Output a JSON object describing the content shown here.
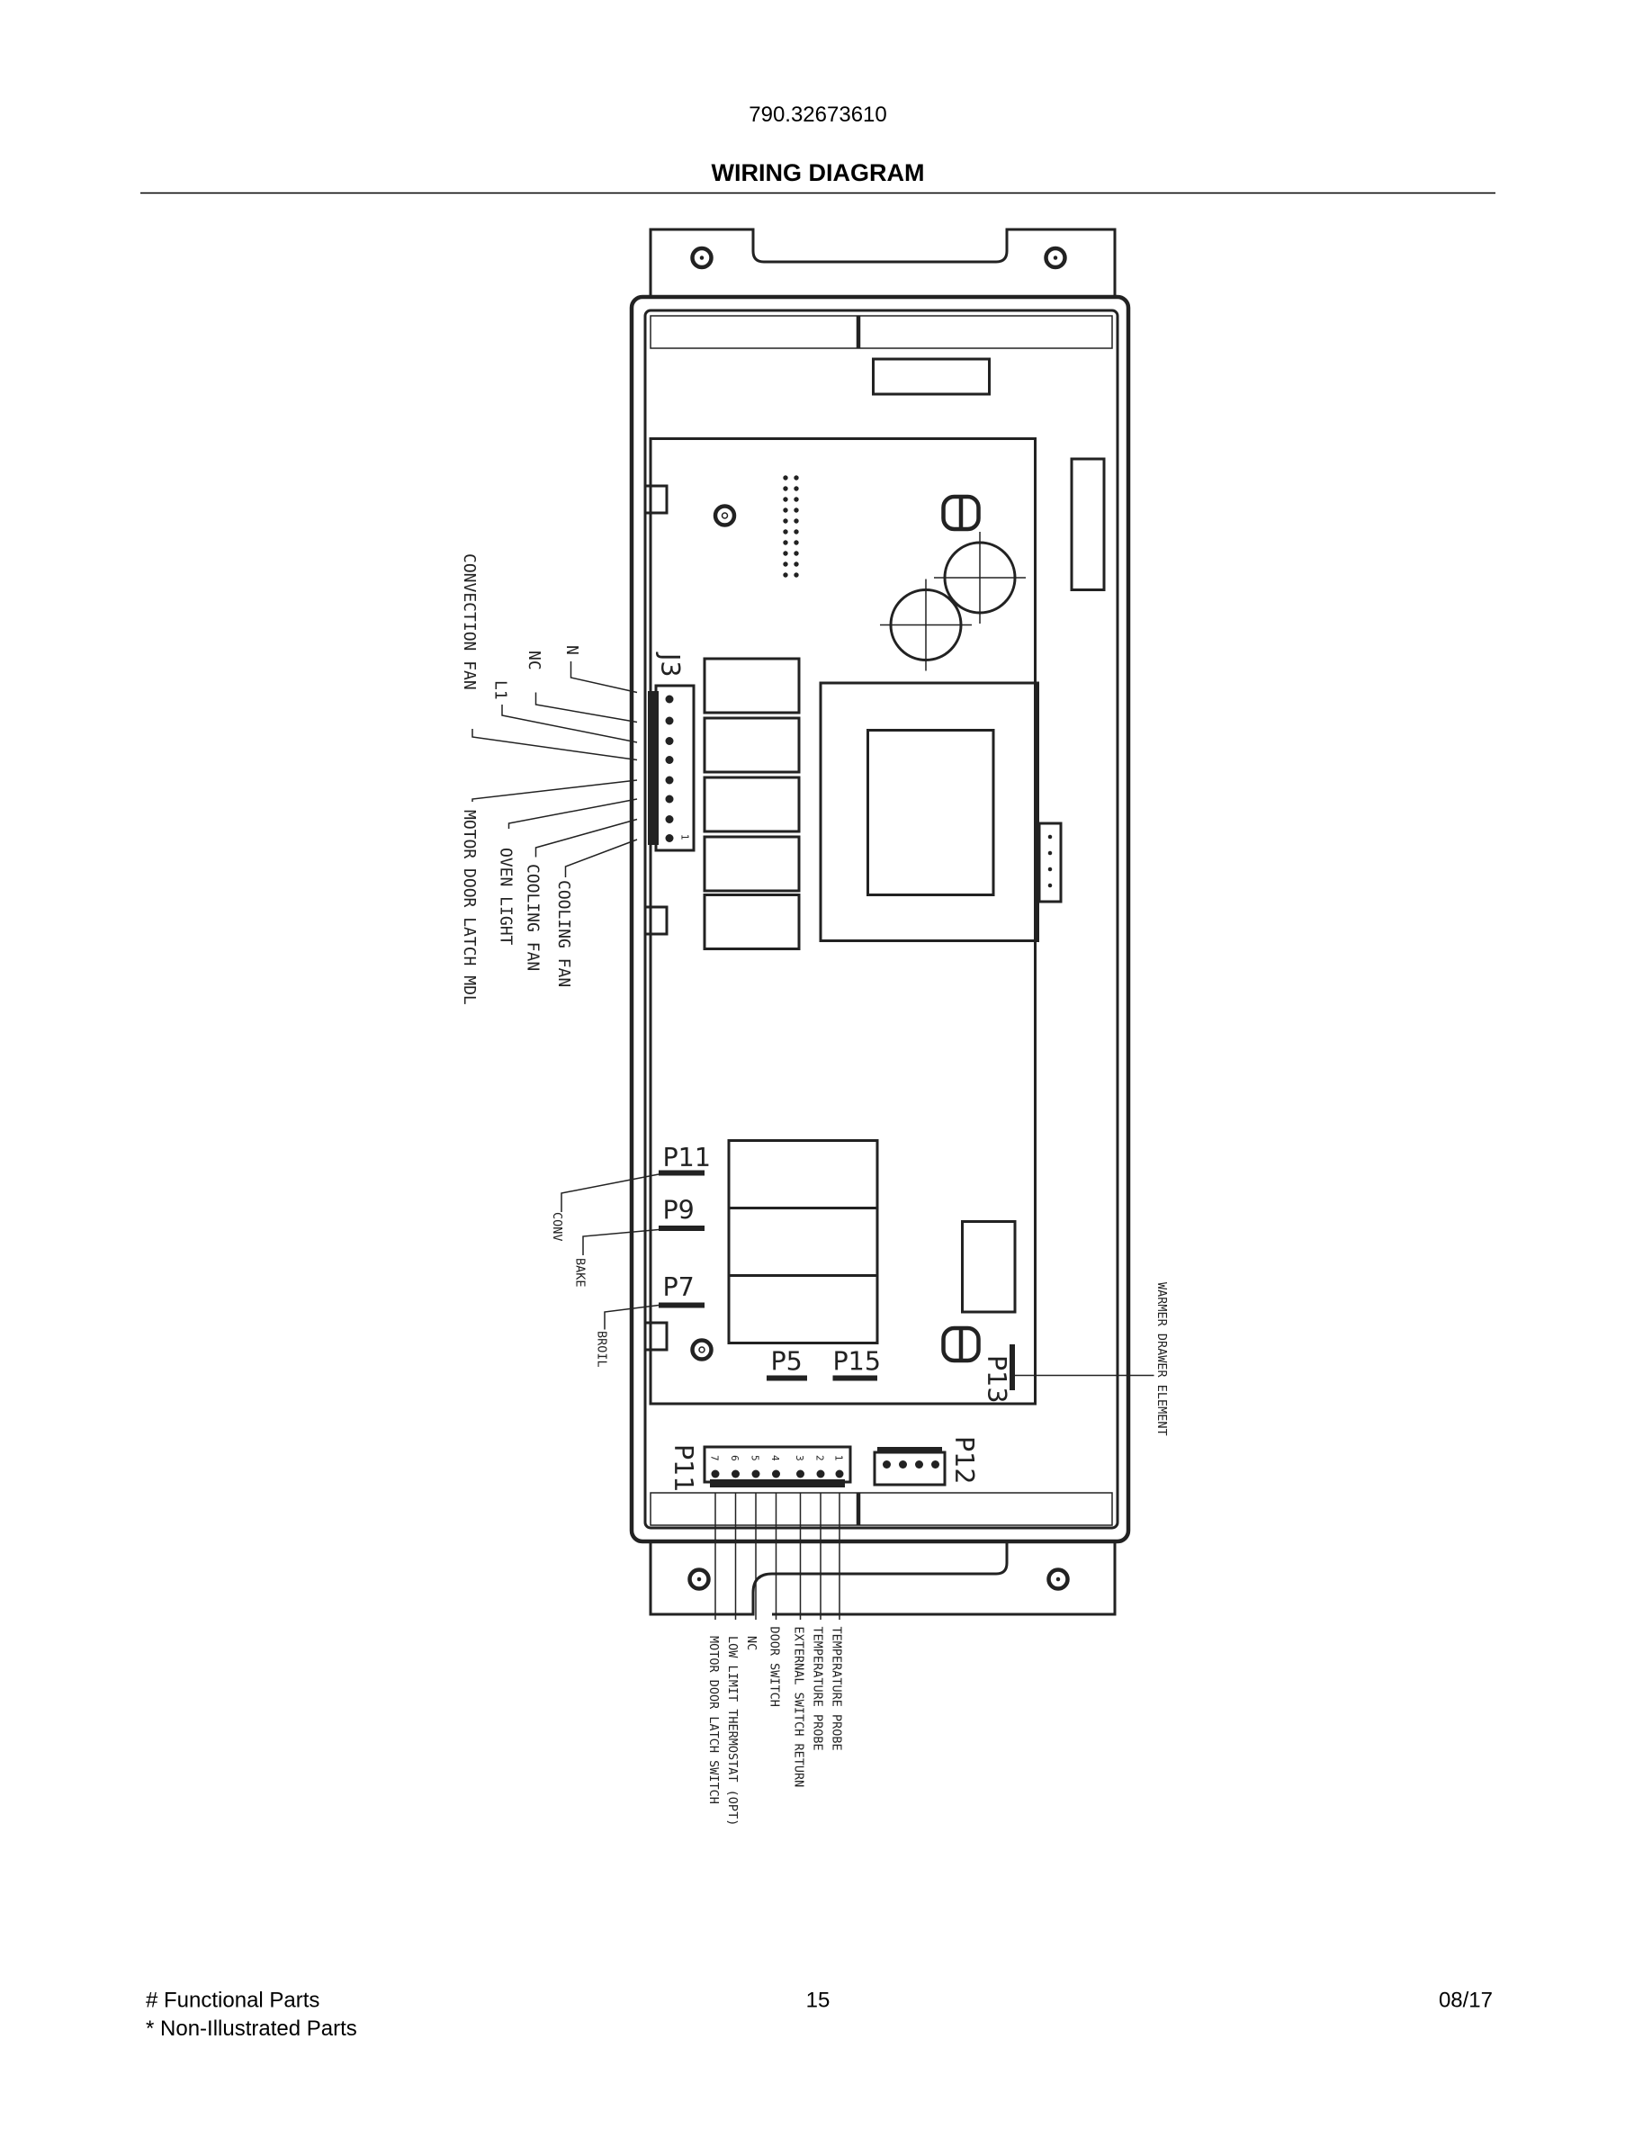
{
  "header": {
    "model_number": "790.32673610",
    "title": "WIRING DIAGRAM"
  },
  "footer": {
    "legend_functional": "# Functional Parts",
    "legend_non_illustrated": "* Non-Illustrated Parts",
    "page_number": "15",
    "date": "08/17"
  },
  "connectors": {
    "j3": "J3",
    "j3_pin1": "1",
    "p11_top": "P11",
    "p9": "P9",
    "p7": "P7",
    "p5": "P5",
    "p15": "P15",
    "p13": "P13",
    "p11_bottom": "P11",
    "p12": "P12",
    "p11_pins": [
      "1",
      "2",
      "3",
      "4",
      "5",
      "6",
      "7"
    ]
  },
  "j3_labels": {
    "n": "N",
    "nc": "NC",
    "l1": "L1",
    "convection_fan": "CONVECTION FAN",
    "motor_door_latch": "MOTOR DOOR LATCH MDL",
    "oven_light": "OVEN LIGHT",
    "cooling_fan_1": "COOLING FAN",
    "cooling_fan_2": "COOLING FAN"
  },
  "relay_labels": {
    "conv": "CONV",
    "bake": "BAKE",
    "broil": "BROIL"
  },
  "p13_label": "WARMER DRAWER ELEMENT",
  "p11_labels": [
    "TEMPERATURE PROBE",
    "TEMPERATURE PROBE",
    "EXTERNAL SWITCH RETURN",
    "DOOR SWITCH",
    "NC",
    "LOW LIMIT THERMOSTAT (OPT)",
    "MOTOR DOOR LATCH SWITCH"
  ]
}
